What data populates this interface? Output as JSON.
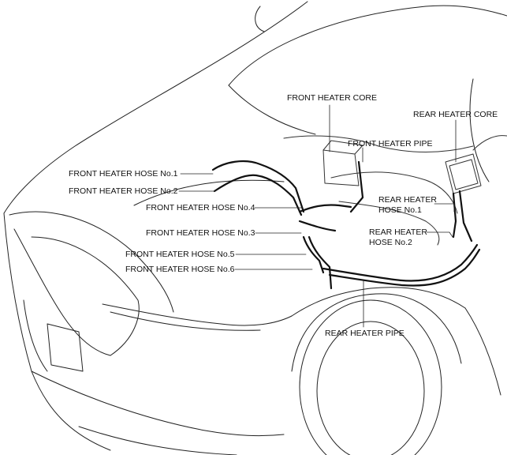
{
  "diagram": {
    "labels": {
      "front_heater_core": "FRONT HEATER CORE",
      "rear_heater_core": "REAR HEATER CORE",
      "front_heater_pipe": "FRONT HEATER PIPE",
      "front_heater_hose_no1": "FRONT HEATER HOSE No.1",
      "front_heater_hose_no2": "FRONT HEATER HOSE No.2",
      "front_heater_hose_no4": "FRONT HEATER HOSE No.4",
      "front_heater_hose_no3": "FRONT HEATER HOSE No.3",
      "front_heater_hose_no5": "FRONT HEATER HOSE No.5",
      "front_heater_hose_no6": "FRONT HEATER HOSE No.6",
      "rear_heater_hose_no1": "REAR HEATER\nHOSE No.1",
      "rear_heater_hose_no2": "REAR HEATER\nHOSE No.2",
      "rear_heater_pipe": "REAR HEATER PIPE"
    }
  }
}
